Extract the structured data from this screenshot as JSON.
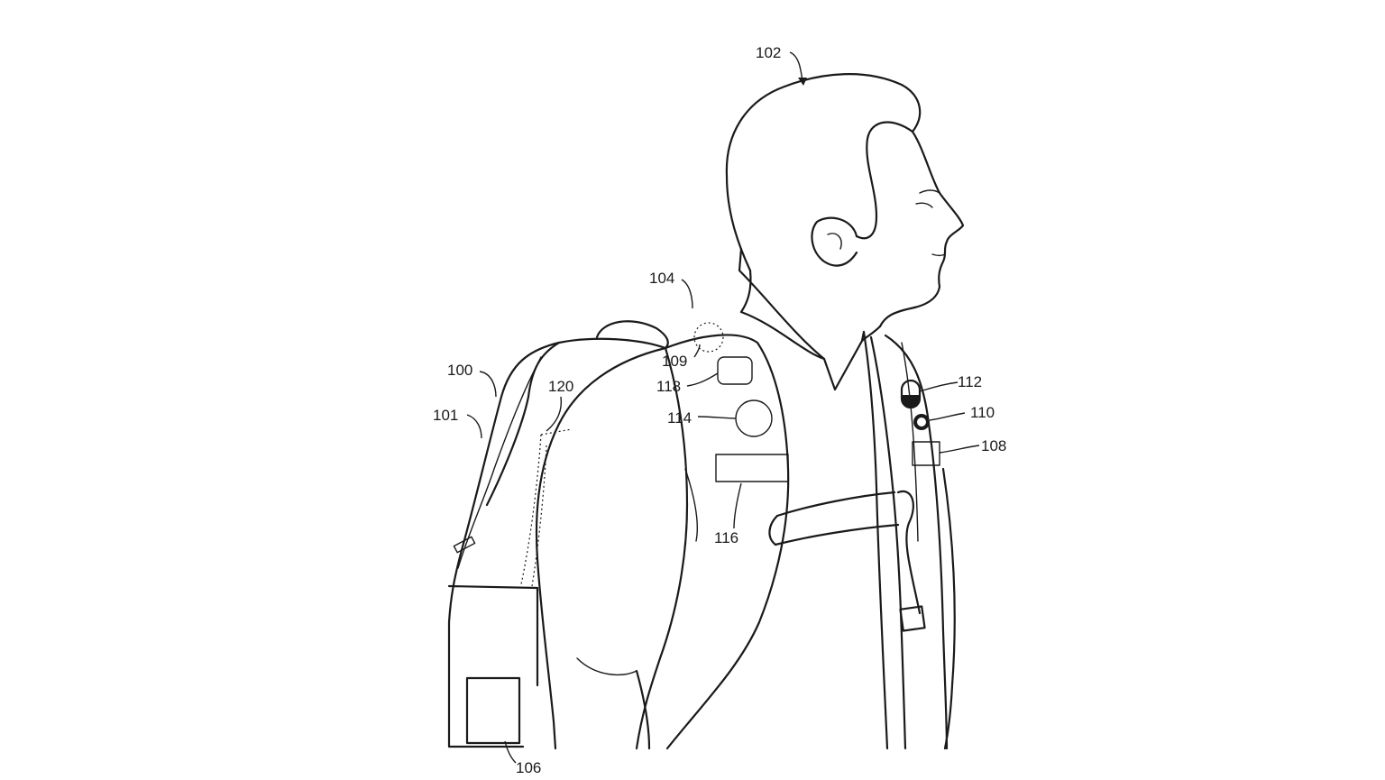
{
  "labels": {
    "user": "102",
    "shoulder": "104",
    "backpack": "100",
    "backpack_body": "101",
    "panel": "120",
    "sensor_dotted": "109",
    "sensor_pad": "118",
    "sensor_mesh": "114",
    "strap_band": "116",
    "button_pair": "112",
    "ring_button": "110",
    "strap_patch": "108",
    "side_patch": "106"
  },
  "colors": {
    "line": "#1a1a1a",
    "background": "#ffffff"
  }
}
